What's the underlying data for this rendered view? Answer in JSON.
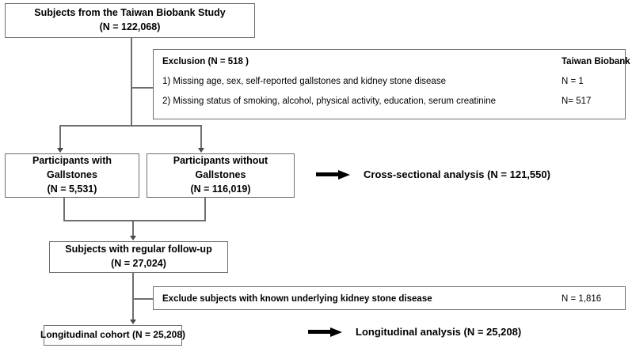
{
  "diagram": {
    "title": "Study participant flow diagram",
    "border_color": "#6f6f6f",
    "text_color": "#000000",
    "arrow_color": "#000000"
  },
  "nodes": {
    "source": {
      "line1": "Subjects from the Taiwan Biobank Study",
      "line2": "(N = 122,068)"
    },
    "exclusion": {
      "header_label": "Exclusion (N = 518 )",
      "header_count_label": "Taiwan Biobank",
      "rows": [
        {
          "text": "1) Missing age, sex, self-reported  gallstones and kidney stone disease",
          "count": "N = 1"
        },
        {
          "text": "2) Missing status of smoking, alcohol, physical activity, education, serum  creatinine",
          "count": "N= 517"
        }
      ]
    },
    "with_gallstones": {
      "line1": "Participants with",
      "line2": "Gallstones",
      "line3": "(N = 5,531)"
    },
    "without_gallstones": {
      "line1": "Participants without",
      "line2": "Gallstones",
      "line3": "(N = 116,019)"
    },
    "followup": {
      "line1": "Subjects with regular follow-up",
      "line2": "(N = 27,024)"
    },
    "exclude_kidney": {
      "text": "Exclude subjects  with known underlying kidney stone disease",
      "count": "N = 1,816"
    },
    "longitudinal_cohort": {
      "line1": "Longitudinal cohort (N = 25,208)"
    }
  },
  "outcomes": {
    "cross_sectional": "Cross-sectional analysis (N = 121,550)",
    "longitudinal": "Longitudinal analysis (N = 25,208)"
  }
}
